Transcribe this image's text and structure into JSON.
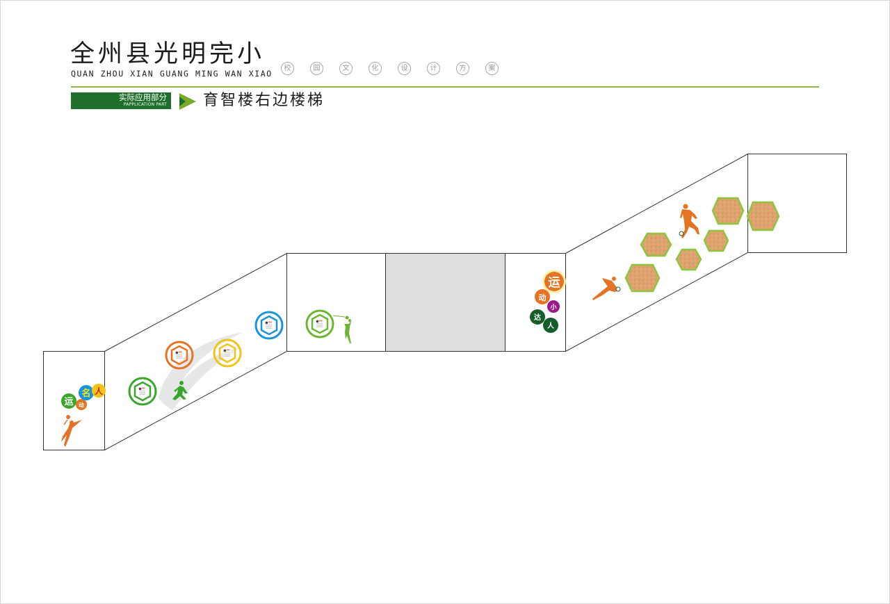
{
  "header": {
    "title_cn": "全州县光明完小",
    "title_en": "QUAN ZHOU XIAN GUANG MING WAN XIAO",
    "subtitle_chars": [
      "校",
      "园",
      "文",
      "化",
      "设",
      "计",
      "方",
      "案"
    ],
    "tag_cn": "实际应用部分",
    "tag_en": "PAPPLICATION PART",
    "section_title": "育智楼右边楼梯"
  },
  "colors": {
    "rule_green": "#8fb83a",
    "tag_green": "#1f6e2b",
    "arrow_green": "#7aaa2a",
    "orange": "#e67323",
    "blue": "#1a93dc",
    "yellow": "#f2c418",
    "green": "#3aa52c",
    "purple": "#9a1a8a",
    "dark_green": "#155e2a",
    "red_text": "#d8231e",
    "cork": "#dea36f",
    "hex_border": "#8cc63f",
    "gray_panel": "#dcdddd",
    "line": "#333333"
  },
  "walls": {
    "panel1": {
      "badge_chars": [
        "运",
        "动",
        "名",
        "人"
      ],
      "figure": "badminton-player"
    },
    "panel2": {
      "medallions": [
        "green",
        "orange",
        "yellow",
        "blue"
      ],
      "figure": "runner"
    },
    "panel3": {
      "medallions": [
        "green"
      ],
      "figure": "basketball-player"
    },
    "panel4": {
      "fill": "gray"
    },
    "panel5": {
      "badge_chars": [
        "运",
        "动",
        "小",
        "达",
        "人"
      ]
    },
    "panel6": {
      "cork_hexagons": 6,
      "figures": [
        "soccer-player-slide",
        "soccer-player-kick"
      ]
    },
    "panel7": {
      "cork_hexagons": 1
    }
  }
}
